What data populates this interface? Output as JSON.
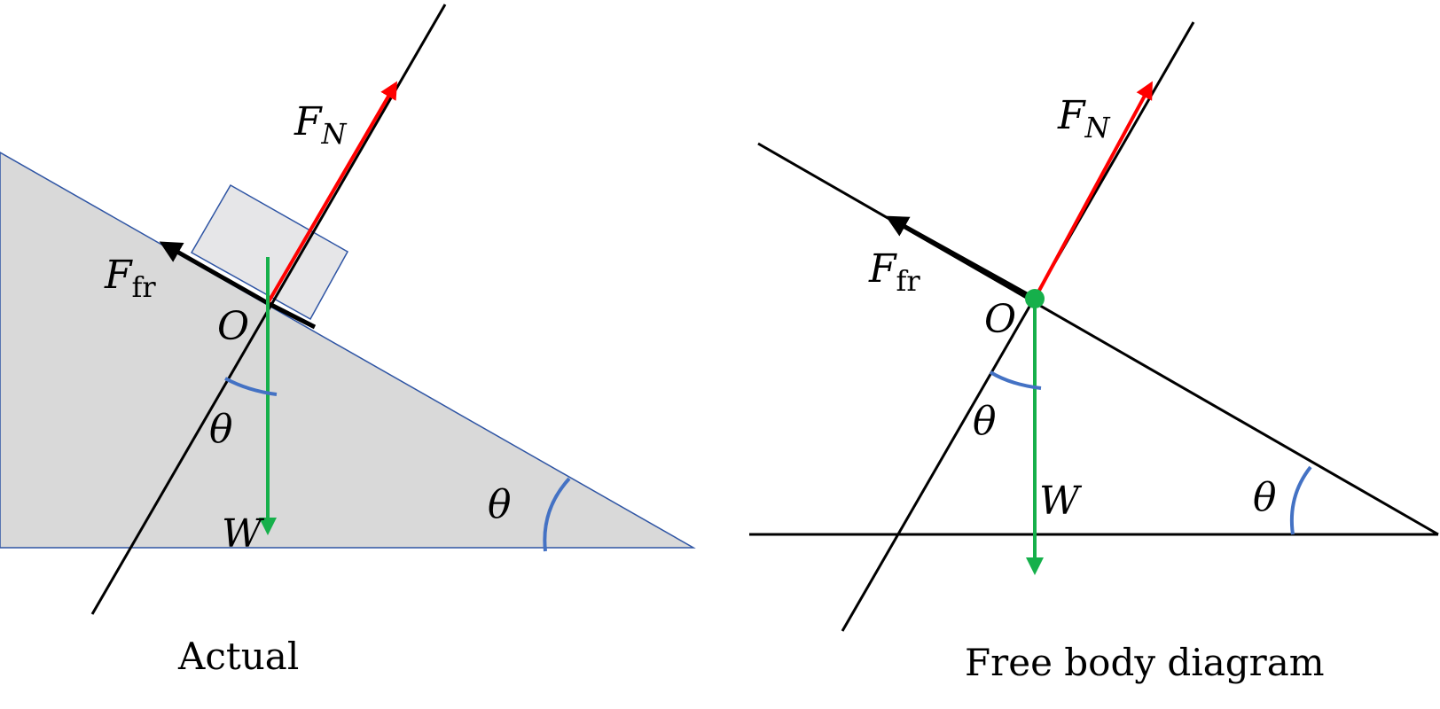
{
  "colors": {
    "incline_fill": "#d9d9d9",
    "incline_stroke": "#2f55a4",
    "block_fill": "#e6e6e8",
    "normal_force": "#ff0000",
    "weight": "#16b04b",
    "angle_arc": "#4472c4",
    "line": "#000000"
  },
  "actual": {
    "normal_force_label": "F",
    "normal_force_sub": "N",
    "friction_label": "F",
    "friction_sub": "fr",
    "origin_label": "O",
    "angle_label_force": "θ",
    "angle_label_incline": "θ",
    "weight_label": "W",
    "caption": "Actual"
  },
  "free_body": {
    "normal_force_label": "F",
    "normal_force_sub": "N",
    "friction_label": "F",
    "friction_sub": "fr",
    "origin_label": "O",
    "angle_label_force": "θ",
    "angle_label_incline": "θ",
    "weight_label": "W",
    "caption": "Free body diagram"
  }
}
